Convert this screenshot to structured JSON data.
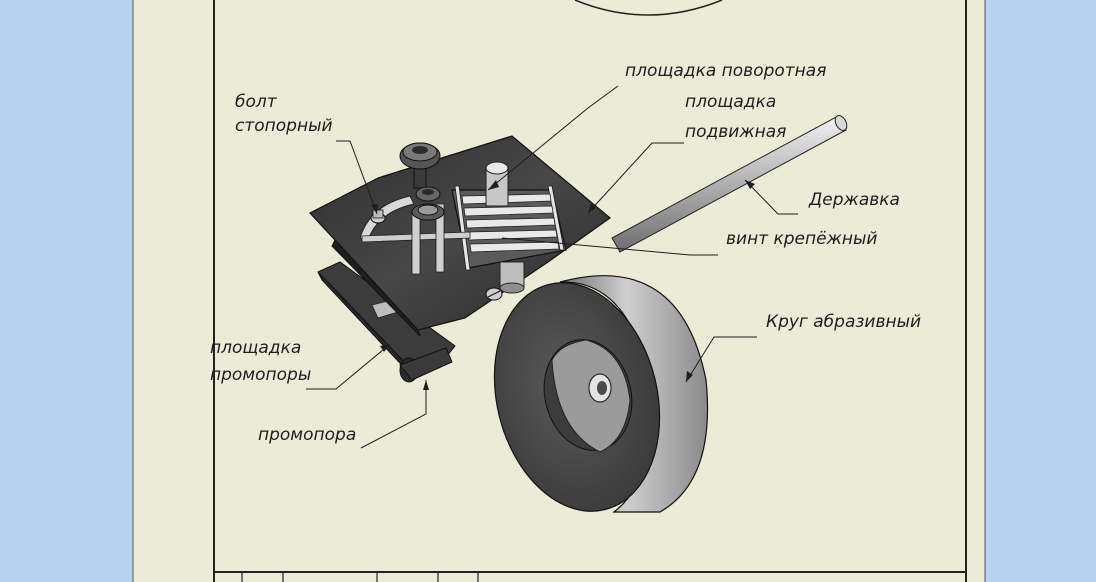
{
  "labels": {
    "rotary_platform": "площадка поворотная",
    "movable_platform_1": "площадка",
    "movable_platform_2": "подвижная",
    "locking_bolt_1": "болт",
    "locking_bolt_2": "стопорный",
    "holder": "Державка",
    "fixing_screw": "винт крепёжный",
    "abrasive_wheel": "Круг абразивный",
    "rest_platform_1": "площадка",
    "rest_platform_2": "промопоры",
    "intermediate_support": "промопора"
  },
  "colors": {
    "desktop": "#b5d3f1",
    "sheet": "#ecebd8",
    "frame": "#222222",
    "leader": "#1e1e1e",
    "metal_dark": "#3a3a3a",
    "wheel_face": "#4a4a4a",
    "wheel_rim": "#b8b8b8"
  }
}
